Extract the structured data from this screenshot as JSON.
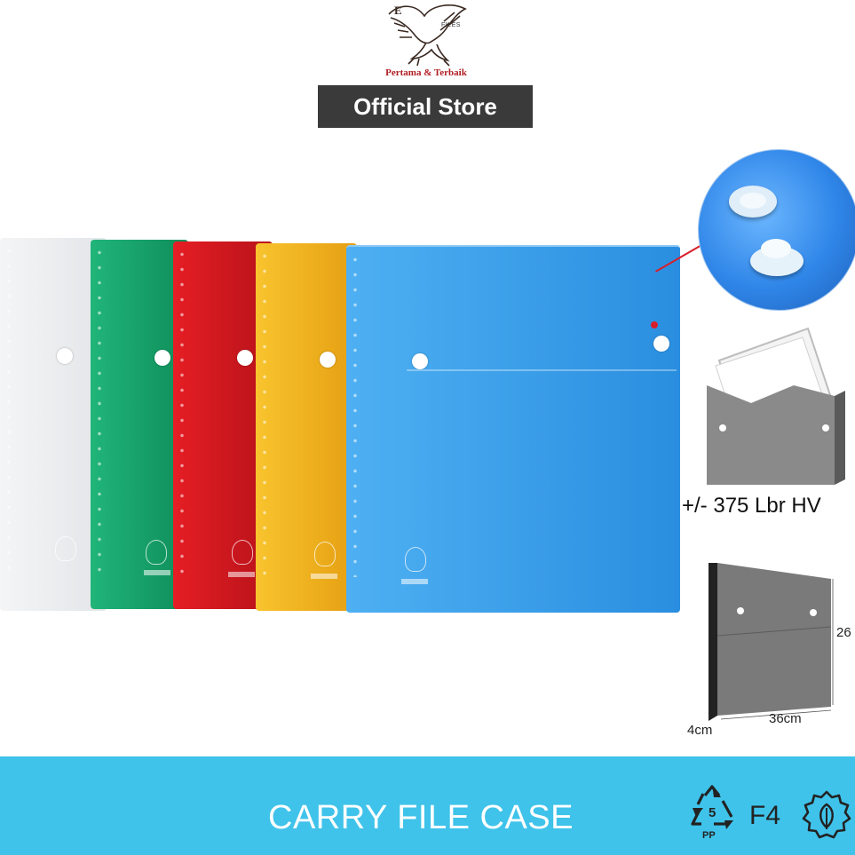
{
  "brand": {
    "files_text": "FILES",
    "tagline": "Pertama & Terbaik",
    "badge": "Official Store"
  },
  "products": [
    {
      "color_name": "clear",
      "color": "#e9ecee"
    },
    {
      "color_name": "green",
      "color": "#1aa46a"
    },
    {
      "color_name": "red",
      "color": "#d9171d"
    },
    {
      "color_name": "yellow",
      "color": "#f3b41d"
    },
    {
      "color_name": "blue",
      "color": "#3aa0ea"
    }
  ],
  "features": {
    "capacity": "+/- 375 Lbr HV",
    "dimensions": {
      "width": "36cm",
      "height": "26",
      "depth": "4cm"
    }
  },
  "banner": {
    "title": "CARRY FILE CASE",
    "recycle_code": "5",
    "recycle_material": "PP",
    "size": "F4",
    "color": "#3fc3ea"
  },
  "icons": [
    "eagle-logo-icon",
    "recycle-icon",
    "leaf-icon"
  ]
}
